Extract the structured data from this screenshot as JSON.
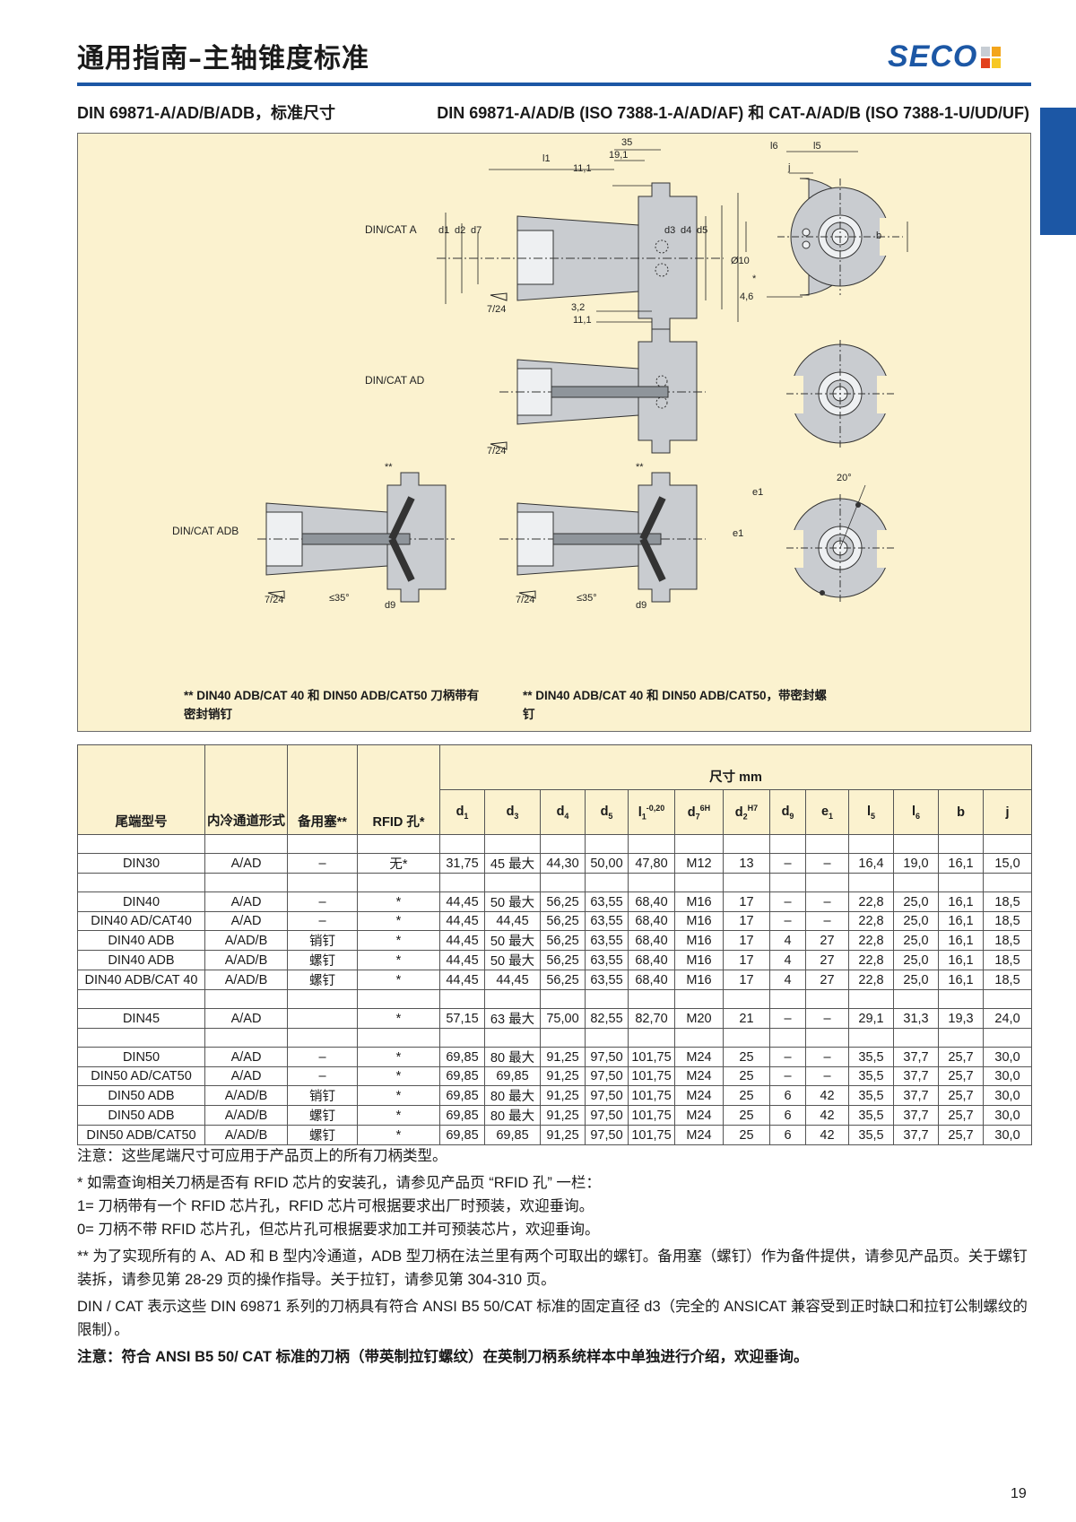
{
  "header": {
    "title": "通用指南–主轴锥度标准",
    "logo": "SECO",
    "subtitle_left": "DIN 69871-A/AD/B/ADB，标准尺寸",
    "subtitle_right": "DIN 69871-A/AD/B (ISO 7388-1-A/AD/AF) 和 CAT-A/AD/B (ISO 7388-1-U/UD/UF)"
  },
  "figure": {
    "labels": {
      "cat_a": "DIN/CAT A",
      "cat_ad": "DIN/CAT AD",
      "cat_adb": "DIN/CAT ADB"
    },
    "dims": {
      "l1": "l1",
      "d35": "35",
      "d19_1": "19,1",
      "d11_1_top": "11,1",
      "d1": "d1",
      "d2": "d2",
      "d7": "d7",
      "d3": "d3",
      "d4": "d4",
      "d5": "d5",
      "taper_a": "7/24",
      "taper_ad": "7/24",
      "taper_adb1": "7/24",
      "taper_adb2": "7/24",
      "d3_2": "3,2",
      "d11_1_bot": "11,1",
      "l6": "l6",
      "l5": "l5",
      "j": "j",
      "b": "b",
      "dia10": "Ø10",
      "star": "*",
      "d4_6": "4,6",
      "angle20": "20°",
      "e1a": "e1",
      "e1b": "e1",
      "ang35a": "≤35°",
      "ang35b": "≤35°",
      "d9a": "d9",
      "d9b": "d9",
      "stars_a": "**",
      "stars_b": "**"
    },
    "note_left": "** DIN40 ADB/CAT 40 和 DIN50 ADB/CAT50 刀柄带有密封销钉",
    "note_right": "** DIN40 ADB/CAT 40 和 DIN50 ADB/CAT50，带密封螺钉"
  },
  "table": {
    "headers": {
      "model": "尾端型号",
      "coolant": "内冷通道形式",
      "plug": "备用塞**",
      "rfid": "RFID 孔*",
      "dims_group": "尺寸 mm",
      "d1": "d",
      "d1_sub": "1",
      "d3": "d",
      "d3_sub": "3",
      "d4": "d",
      "d4_sub": "4",
      "d5": "d",
      "d5_sub": "5",
      "l1": "l",
      "l1_sub": "1",
      "l1_sup": "-0,20",
      "d7": "d",
      "d7_sub": "7",
      "d7_sup": "6H",
      "d2": "d",
      "d2_sub": "2",
      "d2_sup": "H7",
      "d9": "d",
      "d9_sub": "9",
      "e1": "e",
      "e1_sub": "1",
      "l5": "l",
      "l5_sub": "5",
      "l6": "l",
      "l6_sub": "6",
      "b": "b",
      "j": "j"
    },
    "rows": [
      [
        "DIN30",
        "A/AD",
        "–",
        "无*",
        "31,75",
        "45 最大",
        "44,30",
        "50,00",
        "47,80",
        "M12",
        "13",
        "–",
        "–",
        "16,4",
        "19,0",
        "16,1",
        "15,0"
      ],
      [
        "DIN40",
        "A/AD",
        "–",
        "*",
        "44,45",
        "50 最大",
        "56,25",
        "63,55",
        "68,40",
        "M16",
        "17",
        "–",
        "–",
        "22,8",
        "25,0",
        "16,1",
        "18,5"
      ],
      [
        "DIN40 AD/CAT40",
        "A/AD",
        "–",
        "*",
        "44,45",
        "44,45",
        "56,25",
        "63,55",
        "68,40",
        "M16",
        "17",
        "–",
        "–",
        "22,8",
        "25,0",
        "16,1",
        "18,5"
      ],
      [
        "DIN40 ADB",
        "A/AD/B",
        "销钉",
        "*",
        "44,45",
        "50 最大",
        "56,25",
        "63,55",
        "68,40",
        "M16",
        "17",
        "4",
        "27",
        "22,8",
        "25,0",
        "16,1",
        "18,5"
      ],
      [
        "DIN40 ADB",
        "A/AD/B",
        "螺钉",
        "*",
        "44,45",
        "50 最大",
        "56,25",
        "63,55",
        "68,40",
        "M16",
        "17",
        "4",
        "27",
        "22,8",
        "25,0",
        "16,1",
        "18,5"
      ],
      [
        "DIN40 ADB/CAT 40",
        "A/AD/B",
        "螺钉",
        "*",
        "44,45",
        "44,45",
        "56,25",
        "63,55",
        "68,40",
        "M16",
        "17",
        "4",
        "27",
        "22,8",
        "25,0",
        "16,1",
        "18,5"
      ],
      [
        "DIN45",
        "A/AD",
        "",
        "*",
        "57,15",
        "63 最大",
        "75,00",
        "82,55",
        "82,70",
        "M20",
        "21",
        "–",
        "–",
        "29,1",
        "31,3",
        "19,3",
        "24,0"
      ],
      [
        "DIN50",
        "A/AD",
        "–",
        "*",
        "69,85",
        "80 最大",
        "91,25",
        "97,50",
        "101,75",
        "M24",
        "25",
        "–",
        "–",
        "35,5",
        "37,7",
        "25,7",
        "30,0"
      ],
      [
        "DIN50 AD/CAT50",
        "A/AD",
        "–",
        "*",
        "69,85",
        "69,85",
        "91,25",
        "97,50",
        "101,75",
        "M24",
        "25",
        "–",
        "–",
        "35,5",
        "37,7",
        "25,7",
        "30,0"
      ],
      [
        "DIN50 ADB",
        "A/AD/B",
        "销钉",
        "*",
        "69,85",
        "80 最大",
        "91,25",
        "97,50",
        "101,75",
        "M24",
        "25",
        "6",
        "42",
        "35,5",
        "37,7",
        "25,7",
        "30,0"
      ],
      [
        "DIN50 ADB",
        "A/AD/B",
        "螺钉",
        "*",
        "69,85",
        "80 最大",
        "91,25",
        "97,50",
        "101,75",
        "M24",
        "25",
        "6",
        "42",
        "35,5",
        "37,7",
        "25,7",
        "30,0"
      ],
      [
        "DIN50 ADB/CAT50",
        "A/AD/B",
        "螺钉",
        "*",
        "69,85",
        "69,85",
        "91,25",
        "97,50",
        "101,75",
        "M24",
        "25",
        "6",
        "42",
        "35,5",
        "37,7",
        "25,7",
        "30,0"
      ]
    ]
  },
  "notes": {
    "n1": "注意：这些尾端尺寸可应用于产品页上的所有刀柄类型。",
    "n2a": "* 如需查询相关刀柄是否有 RFID 芯片的安装孔，请参见产品页 “RFID 孔” 一栏：",
    "n2b": "1= 刀柄带有一个 RFID 芯片孔，RFID 芯片可根据要求出厂时预装，欢迎垂询。",
    "n2c": "0= 刀柄不带 RFID 芯片孔，但芯片孔可根据要求加工并可预装芯片，欢迎垂询。",
    "n3": "** 为了实现所有的 A、AD 和 B 型内冷通道，ADB 型刀柄在法兰里有两个可取出的螺钉。备用塞（螺钉）作为备件提供，请参见产品页。关于螺钉装拆，请参见第 28-29 页的操作指导。关于拉钉，请参见第 304-310 页。",
    "n4": "DIN / CAT 表示这些 DIN 69871 系列的刀柄具有符合 ANSI B5 50/CAT 标准的固定直径 d3（完全的 ANSICAT 兼容受到正时缺口和拉钉公制螺纹的限制）。",
    "n5": "注意：符合 ANSI B5 50/ CAT 标准的刀柄（带英制拉钉螺纹）在英制刀柄系统样本中单独进行介绍，欢迎垂询。"
  },
  "page_number": "19"
}
